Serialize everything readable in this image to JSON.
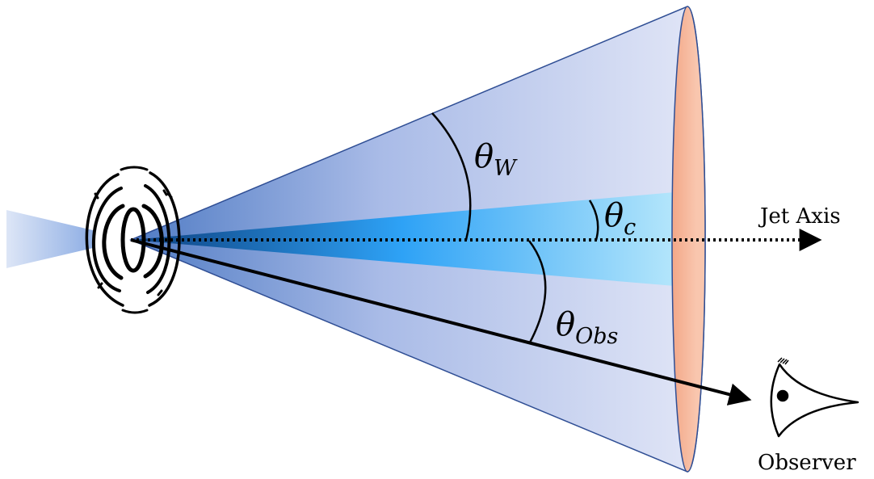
{
  "labels": {
    "jet_axis": "Jet Axis",
    "observer": "Observer"
  },
  "angles": {
    "wing": {
      "symbol": "θ",
      "subscript": "W"
    },
    "core": {
      "symbol": "θ",
      "subscript": "c"
    },
    "observer": {
      "symbol": "θ",
      "subscript": "Obs"
    }
  },
  "colors": {
    "cone_outer_light": "#dfe4f6",
    "cone_outer_dark": "#4f7bc4",
    "core_light": "#b4e6fb",
    "core_mid": "#2ea2f6",
    "core_dark": "#0d3f7e",
    "cone_face": "#f7b89c",
    "outline": "#2f4e94",
    "incoming_jet": "#a9bee8"
  }
}
